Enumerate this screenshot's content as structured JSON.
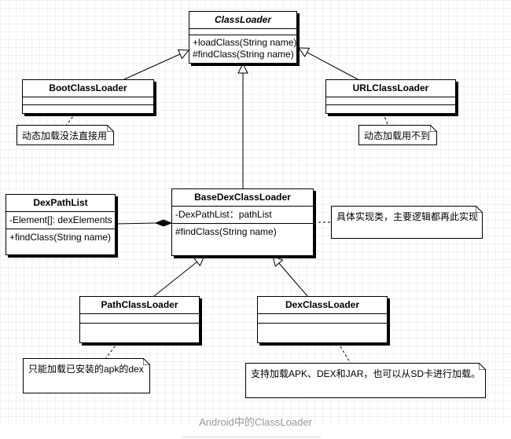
{
  "caption": "Android中的ClassLoader",
  "classes": {
    "classloader": {
      "name": "ClassLoader",
      "attributes": [],
      "methods": [
        "+loadClass(String name)",
        "#findClass(String name)"
      ]
    },
    "bootclassloader": {
      "name": "BootClassLoader"
    },
    "urlclassloader": {
      "name": "URLClassLoader"
    },
    "dexpathlist": {
      "name": "DexPathList",
      "attributes": [
        "-Element[]: dexElements"
      ],
      "methods": [
        "+findClass(String name)"
      ]
    },
    "basedexclassloader": {
      "name": "BaseDexClassLoader",
      "attributes": [
        "-DexPathList：pathList"
      ],
      "methods": [
        "#findClass(String name)"
      ]
    },
    "pathclassloader": {
      "name": "PathClassLoader"
    },
    "dexclassloader": {
      "name": "DexClassLoader"
    }
  },
  "notes": {
    "boot": "动态加载没法直接用",
    "url": "动态加载用不到",
    "basedex": "具体实现类，主要逻辑都再此实现",
    "path": "只能加载已安装的apk的dex",
    "dex": "支持加载APK、DEX和JAR，也可以从SD卡进行加载。"
  }
}
